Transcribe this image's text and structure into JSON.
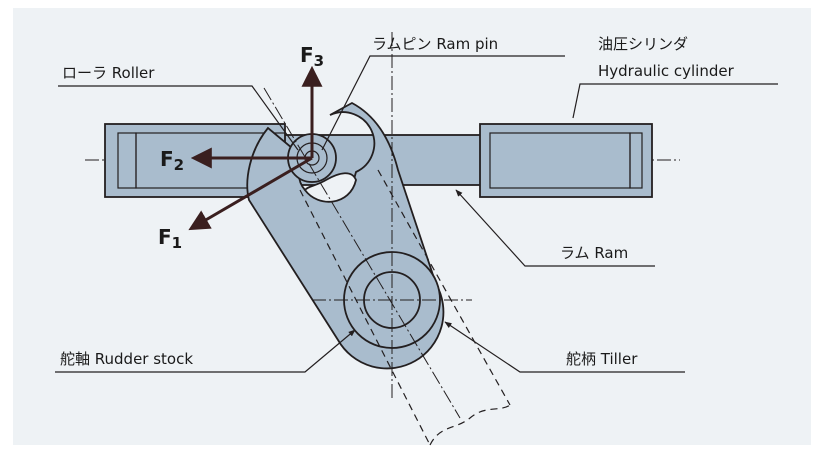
{
  "colors": {
    "background": "#eef2f5",
    "part_fill": "#a9bccd",
    "line": "#231f20",
    "arrow": "#3a1f1f"
  },
  "labels": {
    "roller": "ローラ  Roller",
    "ram_pin": "ラムピン  Ram pin",
    "hydraulic_cylinder_jp": "油圧シリンダ",
    "hydraulic_cylinder_en": "Hydraulic cylinder",
    "ram": "ラム  Ram",
    "rudder_stock": "舵軸  Rudder stock",
    "tiller": "舵柄  Tiller"
  },
  "forces": {
    "f1": {
      "letter": "F",
      "index": "1"
    },
    "f2": {
      "letter": "F",
      "index": "2"
    },
    "f3": {
      "letter": "F",
      "index": "3"
    }
  }
}
